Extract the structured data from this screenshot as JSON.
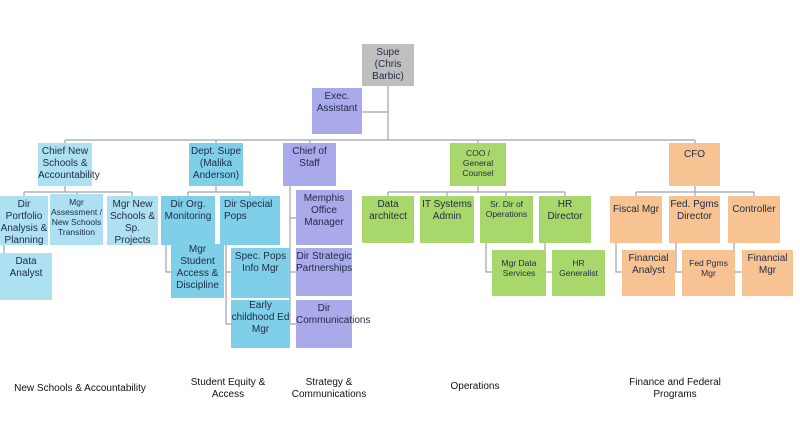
{
  "nodes": {
    "supe": "Supe (Chris Barbic)",
    "exec": "Exec. Assistant",
    "chief_ns": "Chief New Schools & Accountability",
    "dir_portfolio": "Dir Portfolio Analysis & Planning",
    "mgr_assess": "Mgr Assessment / New Schools Transition",
    "mgr_ns": "Mgr New Schools & Sp. Projects",
    "data_analyst": "Data Analyst",
    "dept_supe": "Dept. Supe (Malika Anderson)",
    "dir_org": "Dir Org. Monitoring",
    "dir_sp": "Dir Special Pops",
    "mgr_student": "Mgr Student Access & Discipline",
    "spec_pops": "Spec. Pops Info Mgr",
    "early": "Early childhood Ed Mgr",
    "cos": "Chief of Staff",
    "memphis": "Memphis Office Manager",
    "dir_strat": "Dir Strategic Partnerships",
    "dir_comm": "Dir Communications",
    "coo": "COO / General Counsel",
    "data_arch": "Data architect",
    "it": "IT Systems Admin",
    "sr_ops": "Sr. Dir of Operations",
    "hr_dir": "HR Director",
    "mgr_data": "Mgr Data Services",
    "hr_gen": "HR Generalist",
    "cfo": "CFO",
    "fiscal": "Fiscal Mgr",
    "fed_dir": "Fed. Pgms Director",
    "controller": "Controller",
    "fin_analyst": "Financial Analyst",
    "fed_mgr": "Fed Pgms Mgr",
    "fin_mgr": "Financial Mgr"
  },
  "groups": {
    "ns": "New Schools & Accountability",
    "se": "Student Equity & Access",
    "sc": "Strategy & Communications",
    "ops": "Operations",
    "fin": "Finance and Federal Programs"
  }
}
